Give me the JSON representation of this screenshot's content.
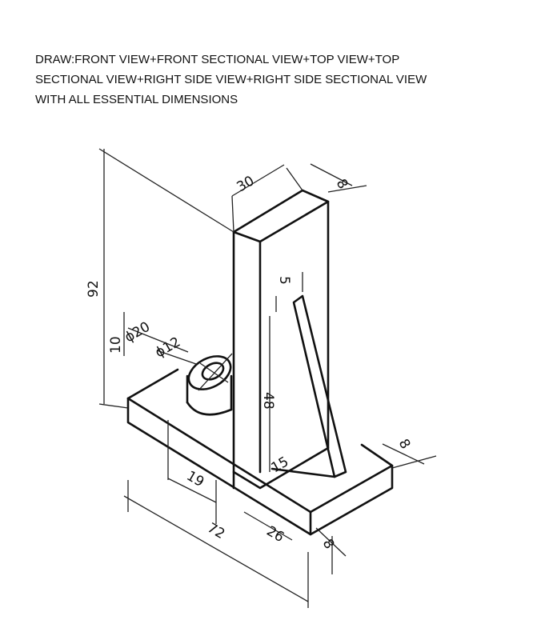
{
  "instructions": {
    "line1": "DRAW:FRONT VIEW+FRONT SECTIONAL VIEW+TOP VIEW+TOP",
    "line2": "SECTIONAL VIEW+RIGHT SIDE VIEW+RIGHT SIDE SECTIONAL VIEW",
    "line3": "WITH ALL ESSENTIAL DIMENSIONS"
  },
  "dimensions": {
    "upright_width": "30",
    "upright_thickness_top": "8",
    "overall_height": "92",
    "boss_diameter": "ϕ20",
    "hole_diameter": "ϕ12",
    "boss_height": "10",
    "rib_thickness": "5",
    "rib_height": "48",
    "base_thickness_right": "8",
    "rib_base": "15",
    "hole_offset": "19",
    "overall_length": "72",
    "base_depth": "26",
    "base_thickness_front": "8"
  }
}
